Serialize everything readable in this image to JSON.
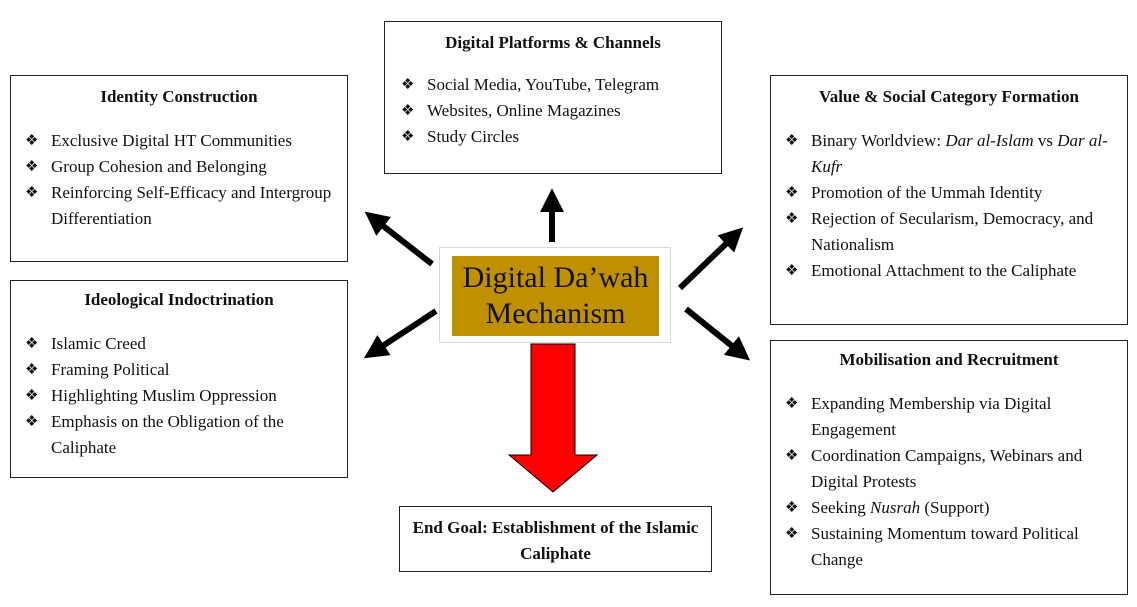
{
  "center": {
    "title": "Digital Da’wah Mechanism"
  },
  "platforms": {
    "title": "Digital Platforms & Channels",
    "items": [
      "Social Media, YouTube, Telegram",
      "Websites, Online Magazines",
      "Study Circles"
    ]
  },
  "identity": {
    "title": "Identity Construction",
    "items": [
      "Exclusive Digital HT Communities",
      "Group Cohesion and Belonging",
      "Reinforcing Self-Efficacy and Intergroup Differentiation"
    ]
  },
  "value": {
    "title": "Value & Social Category Formation",
    "item1_prefix": "Binary Worldview: ",
    "item1_term1": "Dar al-Islam",
    "item1_mid": " vs ",
    "item1_term2": "Dar al-Kufr",
    "items": [
      "Promotion of the Ummah Identity",
      "Rejection of Secularism, Democracy, and Nationalism",
      "Emotional Attachment to the Caliphate"
    ]
  },
  "ideology": {
    "title": "Ideological Indoctrination",
    "items": [
      "Islamic Creed",
      "Framing Political",
      "Highlighting Muslim Oppression",
      "Emphasis on the Obligation of the Caliphate"
    ]
  },
  "mobilisation": {
    "title": "Mobilisation and Recruitment",
    "items_a": [
      "Expanding Membership via Digital Engagement",
      "Coordination Campaigns, Webinars and Digital Protests"
    ],
    "item3_prefix": "Seeking ",
    "item3_term": "Nusrah",
    "item3_suffix": " (Support)",
    "items_b": [
      "Sustaining Momentum toward Political Change"
    ]
  },
  "goal": {
    "title": "End Goal: Establishment of the Islamic Caliphate"
  },
  "colors": {
    "center_fill": "#bf9000",
    "down_arrow_fill": "#ff0000",
    "arrow_color": "#000000",
    "border_color": "#222222"
  }
}
